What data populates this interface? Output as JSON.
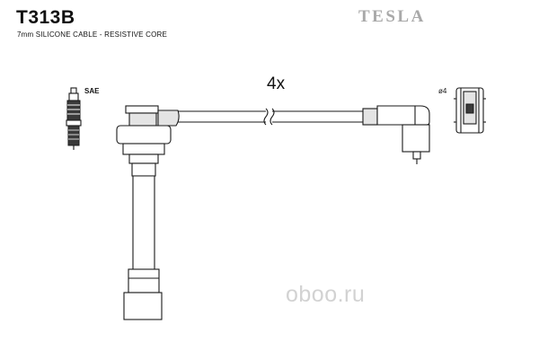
{
  "header": {
    "part_number": "T313B",
    "description": "7mm SILICONE CABLE - RESISTIVE CORE",
    "brand": "TESLA"
  },
  "diagram": {
    "quantity_label": "4x",
    "spark_plug_label": "SAE",
    "terminal_label": "ø4"
  },
  "watermark": {
    "text": "oboo.ru"
  }
}
